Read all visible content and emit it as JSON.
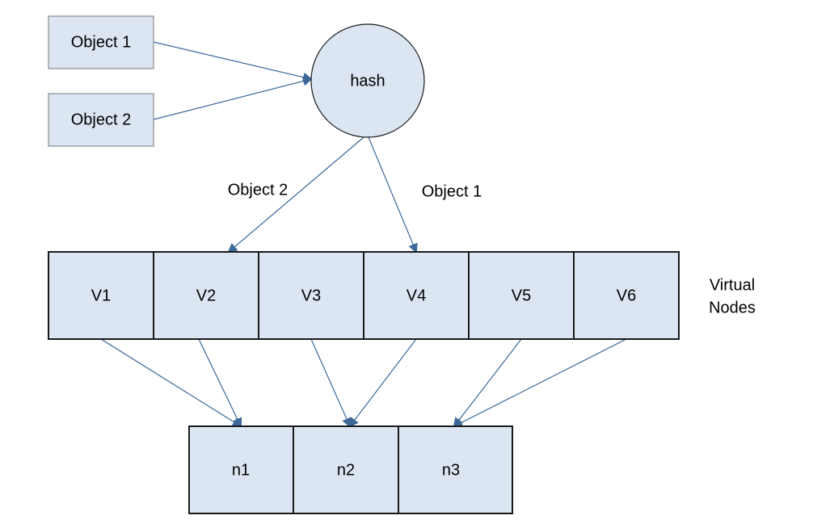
{
  "colors": {
    "node_fill": "#dce6f2",
    "input_stroke": "#8a8a8a",
    "node_stroke": "#1a1a1a",
    "arrow": "#3b6899"
  },
  "inputs": [
    {
      "label": "Object 1"
    },
    {
      "label": "Object 2"
    }
  ],
  "hash": {
    "label": "hash"
  },
  "hash_edges": [
    {
      "label": "Object 2"
    },
    {
      "label": "Object 1"
    }
  ],
  "virtual_nodes": {
    "caption_line1": "Virtual",
    "caption_line2": "Nodes",
    "items": [
      {
        "label": "V1"
      },
      {
        "label": "V2"
      },
      {
        "label": "V3"
      },
      {
        "label": "V4"
      },
      {
        "label": "V5"
      },
      {
        "label": "V6"
      }
    ]
  },
  "physical_nodes": {
    "items": [
      {
        "label": "n1"
      },
      {
        "label": "n2"
      },
      {
        "label": "n3"
      }
    ]
  }
}
